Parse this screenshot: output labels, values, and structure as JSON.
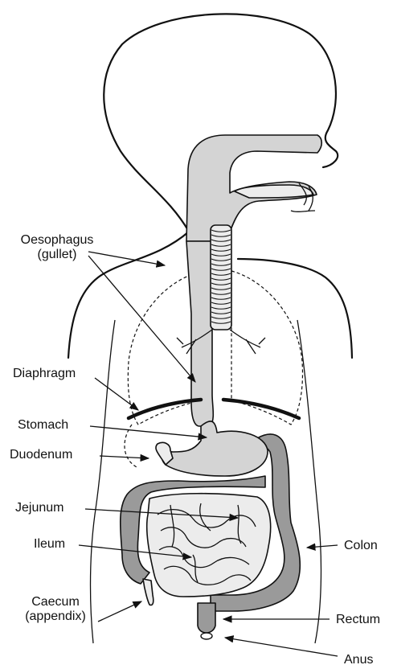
{
  "labels": {
    "oesophagus": "Oesophagus",
    "gullet": "(gullet)",
    "diaphragm": "Diaphragm",
    "stomach": "Stomach",
    "duodenum": "Duodenum",
    "jejunum": "Jejunum",
    "ileum": "Ileum",
    "colon": "Colon",
    "caecum": "Caecum",
    "appendix": "(appendix)",
    "rectum": "Rectum",
    "anus": "Anus"
  }
}
